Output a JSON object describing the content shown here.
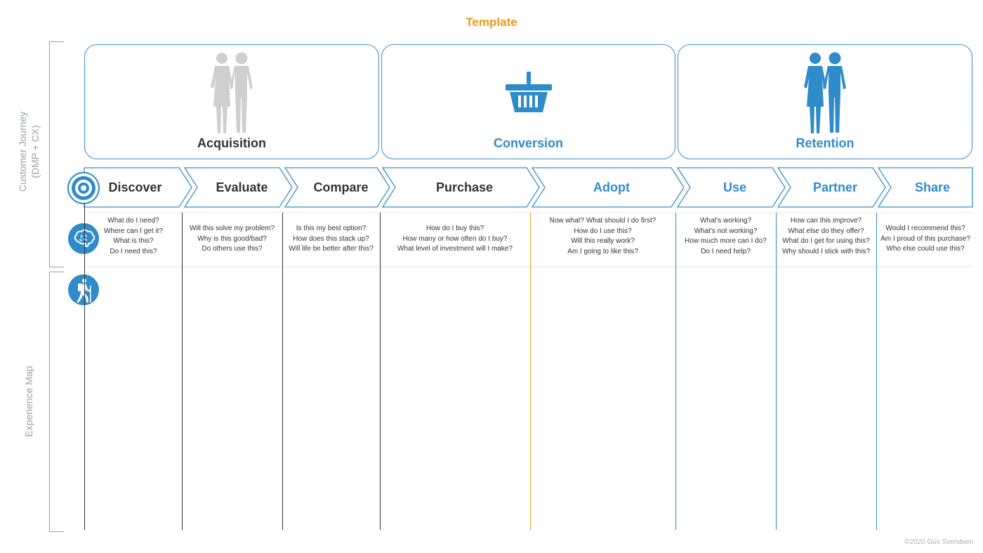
{
  "title": "Template",
  "side_labels": {
    "customer_journey": [
      "Customer Journey",
      "(DMP + CX)"
    ],
    "experience_map": "Experience Map"
  },
  "phases": [
    {
      "label": "Acquisition",
      "color": "#333333",
      "icon": "couple-silhouette-icon-gray"
    },
    {
      "label": "Conversion",
      "color": "#2f8bc9",
      "icon": "shopping-basket-icon"
    },
    {
      "label": "Retention",
      "color": "#2f8bc9",
      "icon": "couple-silhouette-icon-blue"
    }
  ],
  "stages": [
    {
      "label": "Discover",
      "color": "#333333"
    },
    {
      "label": "Evaluate",
      "color": "#333333"
    },
    {
      "label": "Compare",
      "color": "#333333"
    },
    {
      "label": "Purchase",
      "color": "#333333"
    },
    {
      "label": "Adopt",
      "color": "#2f8bc9"
    },
    {
      "label": "Use",
      "color": "#2f8bc9"
    },
    {
      "label": "Partner",
      "color": "#2f8bc9"
    },
    {
      "label": "Share",
      "color": "#2f8bc9"
    }
  ],
  "questions": [
    [
      "What do I need?",
      "Where can I get it?",
      "What is this?",
      "Do I need this?"
    ],
    [
      "Will this solve my problem?",
      "Why is this good/bad?",
      "Do others use this?"
    ],
    [
      "Is this my best option?",
      "How does this stack up?",
      "Will life be better after this?"
    ],
    [
      "How do I buy this?",
      "How many or how often do I buy?",
      "What level of investment will I make?"
    ],
    [
      "Now what? What should I do first?",
      "How do I use this?",
      "Will this really work?",
      "Am I going to like this?"
    ],
    [
      "What's working?",
      "What's not working?",
      "How much more can I do?",
      "Do I need help?"
    ],
    [
      "How can this improve?",
      "What else do they offer?",
      "What do I get for using this?",
      "Why should I stick with this?"
    ],
    [
      "Would I recommend this?",
      "Am I proud of this purchase?",
      "Who else could use this?"
    ]
  ],
  "column_colors": [
    "#333333",
    "#333333",
    "#333333",
    "#333333",
    "#e69a1f",
    "#2f8bc9",
    "#2f8bc9",
    "#2f8bc9"
  ],
  "row_icons": [
    "target-icon",
    "brain-icon",
    "hiker-icon"
  ],
  "copyright": "©2020 Gus Svendsen"
}
